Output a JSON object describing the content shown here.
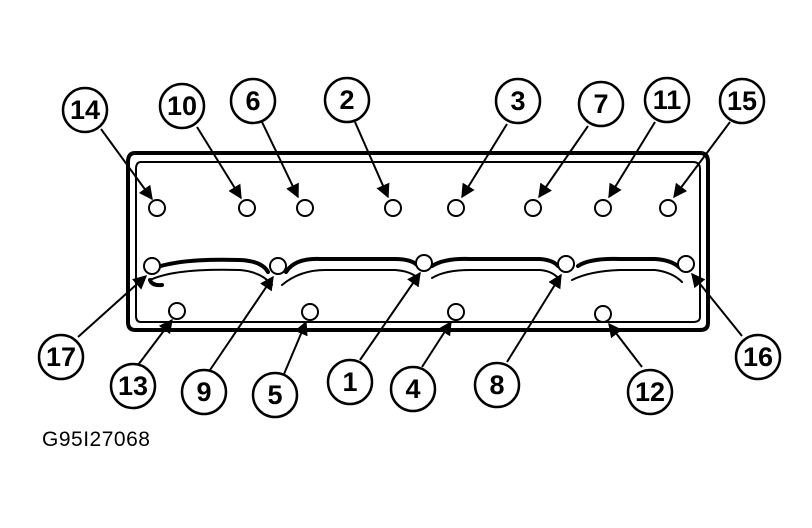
{
  "figure_id": "G95I27068",
  "callouts": [
    {
      "label": "14"
    },
    {
      "label": "10"
    },
    {
      "label": "6"
    },
    {
      "label": "2"
    },
    {
      "label": "3"
    },
    {
      "label": "7"
    },
    {
      "label": "11"
    },
    {
      "label": "15"
    },
    {
      "label": "17"
    },
    {
      "label": "9"
    },
    {
      "label": "1"
    },
    {
      "label": "8"
    },
    {
      "label": "16"
    },
    {
      "label": "13"
    },
    {
      "label": "5"
    },
    {
      "label": "4"
    },
    {
      "label": "12"
    }
  ],
  "colors": {
    "ink": "#000000",
    "paper": "#ffffff"
  }
}
